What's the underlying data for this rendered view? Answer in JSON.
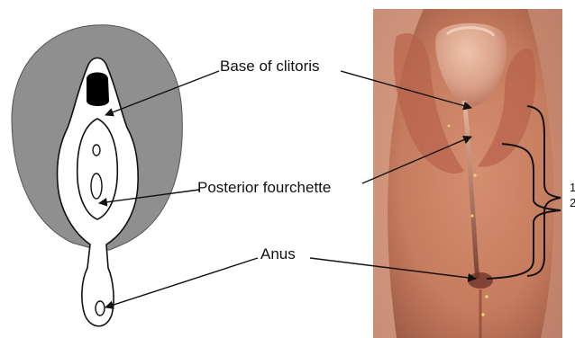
{
  "labels": {
    "base_of_clitoris": "Base of clitoris",
    "posterior_fourchette": "Posterior fourchette",
    "anus": "Anus"
  },
  "bracket_numbers": [
    "1",
    "2"
  ],
  "colors": {
    "outer_region": "#8f8f8f",
    "outline": "#111111",
    "arrow": "#111111",
    "photo_skin": "#c67c5e"
  }
}
